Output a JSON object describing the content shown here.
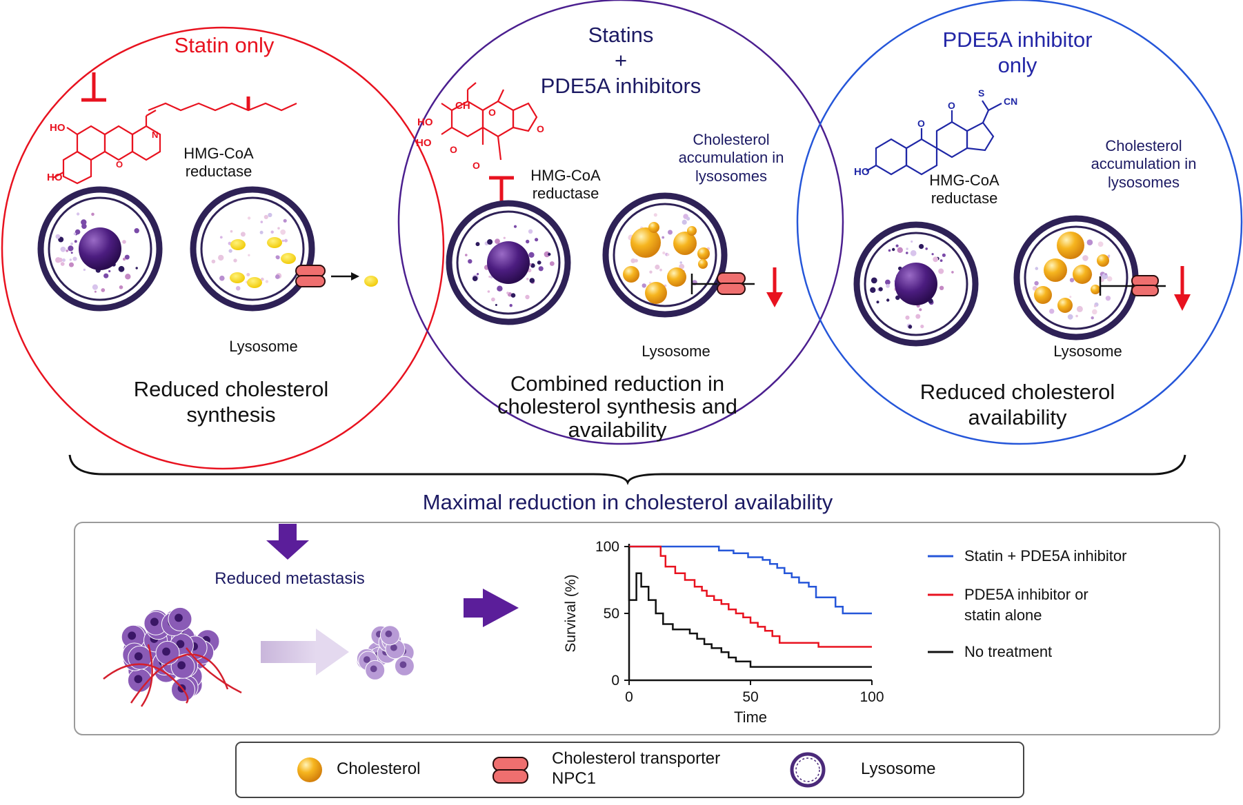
{
  "colors": {
    "statin": "#e8121f",
    "combo": "#4b1f8f",
    "pde5a": "#2556d9",
    "navy_text": "#1c1a63",
    "cholesterol": "#f2a81c",
    "npc1": "#ef6f6f",
    "lysosome": "#3b2a6b",
    "nucleus": "#4a1e7a",
    "arrow_purple": "#5b1e9a"
  },
  "panels": {
    "left": {
      "title": "Statin only",
      "enzyme": "HMG-CoA\nreductase",
      "lysosome": "Lysosome",
      "outcome": "Reduced cholesterol\nsynthesis"
    },
    "middle": {
      "title": "Statins\n+\nPDE5A inhibitors",
      "enzyme": "HMG-CoA\nreductase",
      "accumulation": "Cholesterol\naccumulation in\nlysosomes",
      "lysosome": "Lysosome",
      "outcome": "Combined reduction in\ncholesterol synthesis and\navailability"
    },
    "right": {
      "title": "PDE5A inhibitor\nonly",
      "enzyme": "HMG-CoA\nreductase",
      "accumulation": "Cholesterol\naccumulation in\nlysosomes",
      "lysosome": "Lysosome",
      "outcome": "Reduced cholesterol\navailability"
    }
  },
  "chem": {
    "ho": "HO",
    "o": "O",
    "n": "N",
    "ch": "CH",
    "s": "S",
    "cn": "CN"
  },
  "summary": "Maximal reduction in cholesterol availability",
  "metastasis": "Reduced metastasis",
  "chart_data": {
    "type": "line",
    "xlabel": "Time",
    "ylabel": "Survival (%)",
    "xlim": [
      0,
      100
    ],
    "ylim": [
      0,
      100
    ],
    "x_ticks": [
      "0",
      "50",
      "100"
    ],
    "y_ticks": [
      "0",
      "50",
      "100"
    ],
    "step": true,
    "series": [
      {
        "name": "Statin + PDE5A inhibitor",
        "color": "#2556d9",
        "points": [
          [
            0,
            100
          ],
          [
            37,
            100
          ],
          [
            37,
            97
          ],
          [
            43,
            97
          ],
          [
            43,
            95
          ],
          [
            49,
            95
          ],
          [
            49,
            92
          ],
          [
            55,
            92
          ],
          [
            55,
            90
          ],
          [
            58,
            90
          ],
          [
            58,
            87
          ],
          [
            61,
            87
          ],
          [
            61,
            84
          ],
          [
            64,
            84
          ],
          [
            64,
            80
          ],
          [
            67,
            80
          ],
          [
            67,
            77
          ],
          [
            70,
            77
          ],
          [
            70,
            73
          ],
          [
            74,
            73
          ],
          [
            74,
            70
          ],
          [
            77,
            70
          ],
          [
            77,
            62
          ],
          [
            85,
            62
          ],
          [
            85,
            55
          ],
          [
            88,
            55
          ],
          [
            88,
            50
          ],
          [
            100,
            50
          ]
        ]
      },
      {
        "name": "PDE5A inhibitor or\nstatin alone",
        "color": "#e8121f",
        "points": [
          [
            0,
            100
          ],
          [
            13,
            100
          ],
          [
            13,
            93
          ],
          [
            15,
            93
          ],
          [
            15,
            85
          ],
          [
            19,
            85
          ],
          [
            19,
            80
          ],
          [
            23,
            80
          ],
          [
            23,
            75
          ],
          [
            27,
            75
          ],
          [
            27,
            70
          ],
          [
            30,
            70
          ],
          [
            30,
            67
          ],
          [
            32,
            67
          ],
          [
            32,
            63
          ],
          [
            35,
            63
          ],
          [
            35,
            60
          ],
          [
            38,
            60
          ],
          [
            38,
            57
          ],
          [
            41,
            57
          ],
          [
            41,
            53
          ],
          [
            44,
            53
          ],
          [
            44,
            50
          ],
          [
            47,
            50
          ],
          [
            47,
            47
          ],
          [
            50,
            47
          ],
          [
            50,
            43
          ],
          [
            53,
            43
          ],
          [
            53,
            40
          ],
          [
            56,
            40
          ],
          [
            56,
            37
          ],
          [
            59,
            37
          ],
          [
            59,
            33
          ],
          [
            62,
            33
          ],
          [
            62,
            28
          ],
          [
            78,
            28
          ],
          [
            78,
            25
          ],
          [
            100,
            25
          ]
        ]
      },
      {
        "name": "No treatment",
        "color": "#111111",
        "points": [
          [
            0,
            100
          ],
          [
            0,
            60
          ],
          [
            3,
            60
          ],
          [
            3,
            80
          ],
          [
            5,
            80
          ],
          [
            5,
            70
          ],
          [
            8,
            70
          ],
          [
            8,
            60
          ],
          [
            11,
            60
          ],
          [
            11,
            50
          ],
          [
            14,
            50
          ],
          [
            14,
            42
          ],
          [
            18,
            42
          ],
          [
            18,
            38
          ],
          [
            25,
            38
          ],
          [
            25,
            35
          ],
          [
            28,
            35
          ],
          [
            28,
            31
          ],
          [
            31,
            31
          ],
          [
            31,
            27
          ],
          [
            34,
            27
          ],
          [
            34,
            24
          ],
          [
            38,
            24
          ],
          [
            38,
            21
          ],
          [
            41,
            21
          ],
          [
            41,
            17
          ],
          [
            44,
            17
          ],
          [
            44,
            14
          ],
          [
            50,
            14
          ],
          [
            50,
            10
          ],
          [
            100,
            10
          ]
        ]
      }
    ]
  },
  "legend": {
    "cholesterol": "Cholesterol",
    "transporter": "Cholesterol transporter\nNPC1",
    "lysosome": "Lysosome"
  }
}
